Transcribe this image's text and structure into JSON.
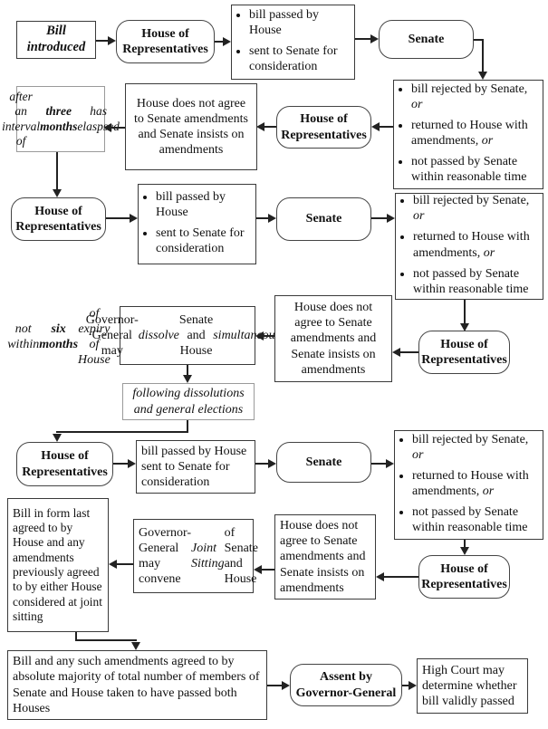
{
  "shared": {
    "house_of_reps": "House of Representatives",
    "senate": "Senate",
    "house_disagrees": "House does not agree to Senate amendments and Senate insists on amendments",
    "bill_passed_bullets": [
      "bill passed by House",
      "sent to Senate for consideration"
    ],
    "senate_outcome_bullets": [
      [
        {
          "text": "bill rejected by Senate, "
        },
        {
          "text": "or",
          "style": "i"
        }
      ],
      [
        {
          "text": "returned to House with amendments, "
        },
        {
          "text": "or",
          "style": "i"
        }
      ],
      [
        {
          "text": "not passed by Senate within reasonable time"
        }
      ]
    ]
  },
  "nodes": {
    "bill_introduced": "Bill introduced",
    "after_interval": [
      {
        "text": "after an interval of "
      },
      {
        "text": "three months",
        "style": "b"
      },
      {
        "text": " has elaspsed"
      }
    ],
    "not_within": [
      {
        "text": "not within "
      },
      {
        "text": "six months",
        "style": "b"
      },
      {
        "text": " of expiry of House"
      }
    ],
    "governor_general_dissolve": [
      {
        "text": "Governor-General may "
      },
      {
        "text": "dissolve",
        "style": "i"
      },
      {
        "text": " Senate and House "
      },
      {
        "text": "simultaneously",
        "style": "i"
      }
    ],
    "following_dissolutions": "following dissolutions and general elections",
    "bill_passed_plain": "bill passed by House sent to Senate for consideration",
    "governor_general_convene": [
      {
        "text": "Governor-General may convene "
      },
      {
        "text": "Joint Sitting",
        "style": "i"
      },
      {
        "text": " of Senate and House"
      }
    ],
    "bill_in_form": "Bill in form last agreed to by House and any amendments previously agreed to by either House considered at joint sitting",
    "absolute_majority": "Bill and any such amendments agreed to by absolute majority of total number of members of Senate and House taken to have passed both Houses",
    "assent": "Assent by Governor-General",
    "high_court": "High Court may determine whether bill validly passed"
  }
}
